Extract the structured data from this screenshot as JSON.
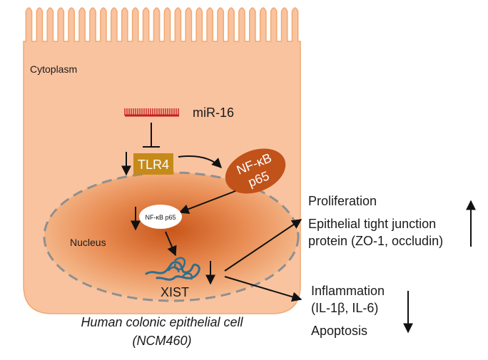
{
  "labels": {
    "cytoplasm": "Cytoplasm",
    "mirna": "miR-16",
    "tlr4": "TLR4",
    "nfkb_cyto_line1": "NF-κB",
    "nfkb_cyto_line2": "p65",
    "nfkb_nuclear": "NF-κB p65",
    "nucleus": "Nucleus",
    "xist": "XIST",
    "proliferation": "Proliferation",
    "tight_junction_line1": "Epithelial tight junction",
    "tight_junction_line2": "protein (ZO-1, occludin)",
    "inflammation_line1": "Inflammation",
    "inflammation_line2": "(IL-1β, IL-6)",
    "apoptosis": "Apoptosis",
    "cell_name_line1": "Human colonic epithelial cell",
    "cell_name_line2": "(NCM460)"
  },
  "colors": {
    "cell_fill": "#f9c3a0",
    "cell_stroke": "#f2a86f",
    "nucleus_center": "#cf5c1d",
    "nucleus_edge": "#f4b485",
    "nucleus_border": "#8c8c8c",
    "tlr4_fill": "#c68a1a",
    "nfkb_fill": "#c0521a",
    "mirna_color": "#c42020",
    "xist_color": "#2e6e8e"
  }
}
